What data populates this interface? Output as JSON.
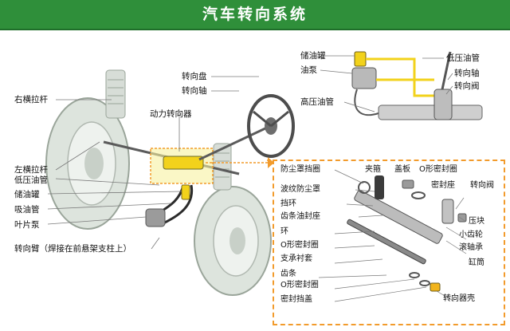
{
  "title": "汽车转向系统",
  "labels": {
    "right_tie_rod": "右横拉杆",
    "steering_wheel": "转向盘",
    "steering_shaft": "转向轴",
    "power_steering_gear": "动力转向器",
    "left_tie_rod": "左横拉杆",
    "low_pressure_hose": "低压油管",
    "reservoir": "储油罐",
    "suction_hose": "吸油管",
    "vane_pump": "叶片泵",
    "steering_arm": "转向臂（焊接在前悬架支柱上）",
    "top_reservoir": "储油罐",
    "top_oil_pump": "油泵",
    "top_high_pressure_hose": "高压油管",
    "top_low_pressure_hose": "低压油管",
    "top_steering_shaft": "转向轴",
    "top_steering_valve": "转向阀",
    "d_dust_cover_ring": "防尘罩挡圈",
    "d_clamp": "夹箍",
    "d_cover_plate": "盖板",
    "d_o_ring_seat_top": "O形密封圈",
    "d_bellows": "波纹防尘罩",
    "d_seal_seat": "密封座",
    "d_steering_valve": "转向阀",
    "d_snap_ring": "挡环",
    "d_rack_seal_seat": "齿条油封座",
    "d_press_block": "压块",
    "d_pinion": "小齿轮",
    "d_ring": "环",
    "d_roller_bearing": "滚轴承",
    "d_o_ring": "O形密封圈",
    "d_support_bushing": "支承衬套",
    "d_cylinder": "缸筒",
    "d_rack": "齿条",
    "d_o_ring_2": "O形密封圈",
    "d_seal_cover": "密封挡盖",
    "d_gear_housing": "转向器壳"
  },
  "colors": {
    "title_bg": "#2f8f3a",
    "accent": "#f29b2c",
    "pump_yellow": "#f2d21b",
    "leader": "#7a7a7a"
  }
}
